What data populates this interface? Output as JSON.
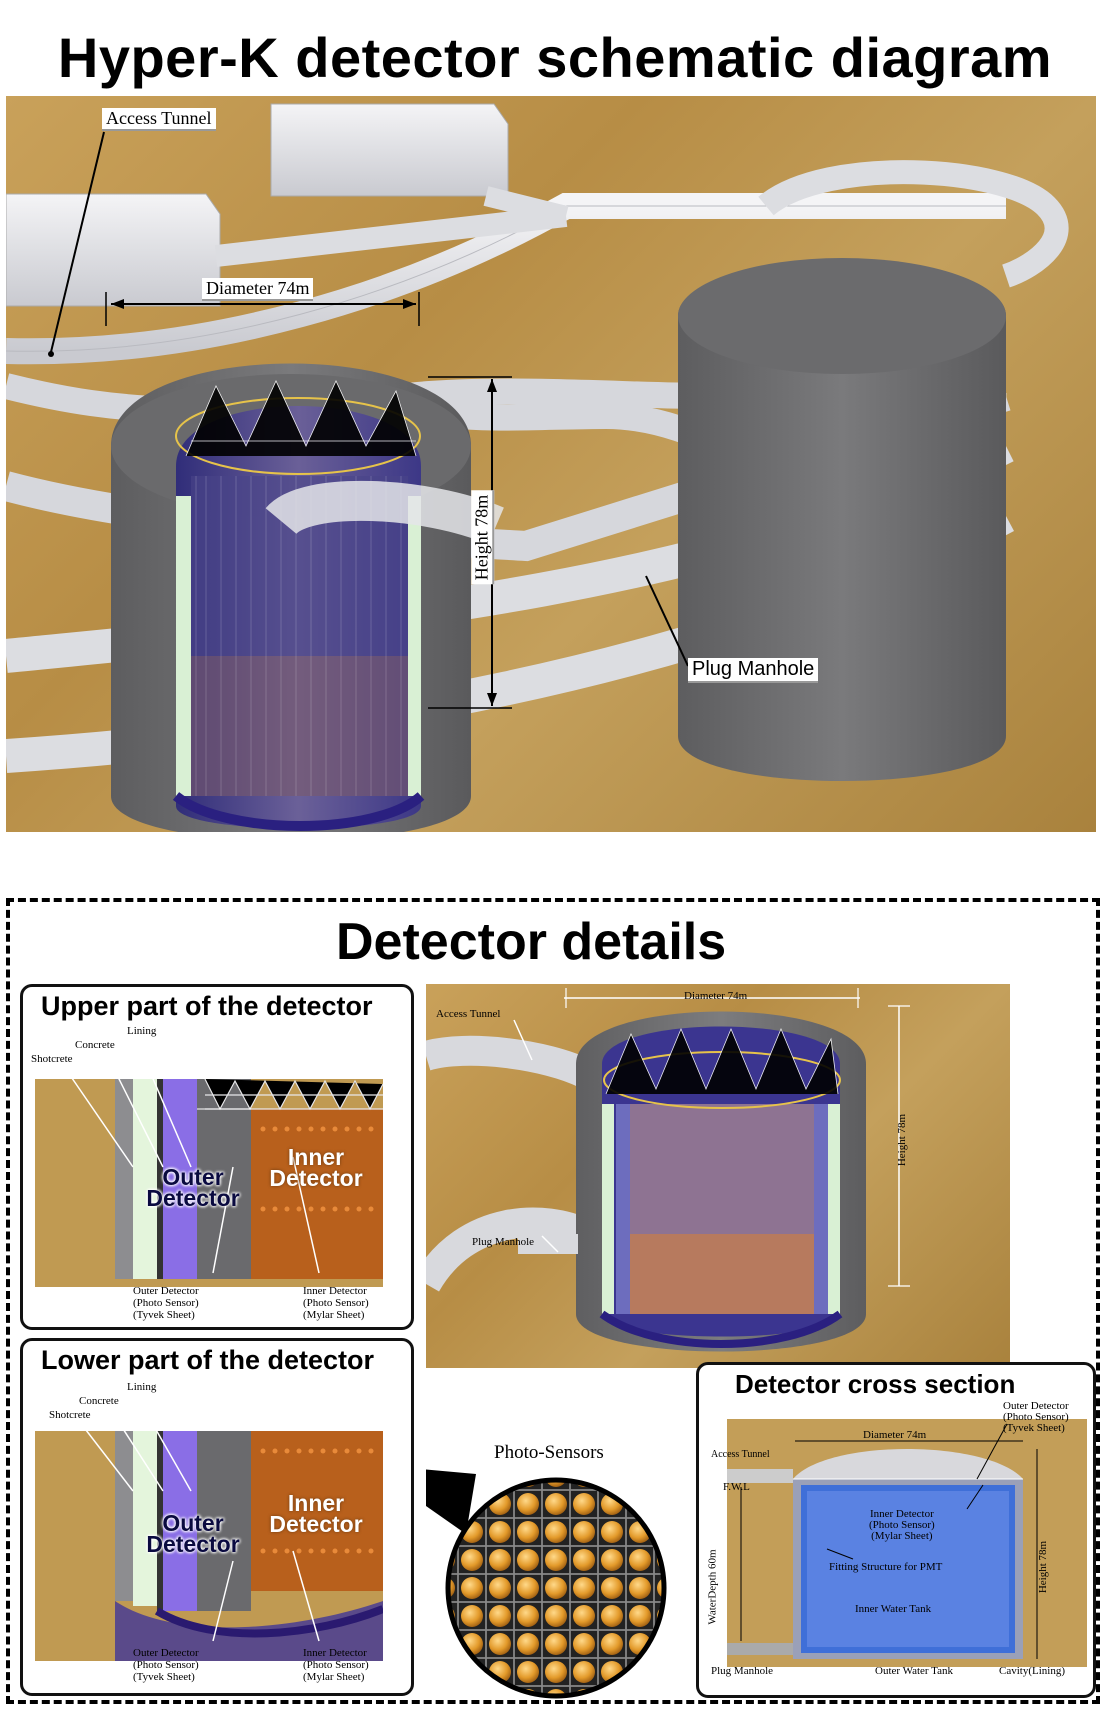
{
  "title": "Hyper-K detector schematic diagram",
  "overview": {
    "access_tunnel": "Access Tunnel",
    "diameter": "Diameter 74m",
    "height": "Height 78m",
    "plug_manhole": "Plug Manhole"
  },
  "details": {
    "title": "Detector details",
    "upper": {
      "title": "Upper part of the detector",
      "lining": "Lining",
      "concrete": "Concrete",
      "shotcrete": "Shotcrete",
      "outer_label_1": "Outer",
      "outer_label_2": "Detector",
      "inner_label_1": "Inner",
      "inner_label_2": "Detector",
      "od_note_1": "Outer Detector",
      "od_note_2": "(Photo Sensor)",
      "od_note_3": "(Tyvek Sheet)",
      "id_note_1": "Inner Detector",
      "id_note_2": "(Photo Sensor)",
      "id_note_3": "(Mylar Sheet)"
    },
    "lower": {
      "title": "Lower part of the detector",
      "lining": "Lining",
      "concrete": "Concrete",
      "shotcrete": "Shotcrete",
      "outer_label_1": "Outer",
      "outer_label_2": "Detector",
      "inner_label_1": "Inner",
      "inner_label_2": "Detector",
      "od_note_1": "Outer Detector",
      "od_note_2": "(Photo Sensor)",
      "od_note_3": "(Tyvek Sheet)",
      "id_note_1": "Inner Detector",
      "id_note_2": "(Photo Sensor)",
      "id_note_3": "(Mylar Sheet)"
    },
    "middle": {
      "diameter": "Diameter 74m",
      "access_tunnel": "Access Tunnel",
      "height": "Height 78m",
      "plug_manhole": "Plug Manhole"
    },
    "photo_sensors": "Photo-Sensors",
    "cross_section": {
      "title": "Detector cross section",
      "od_1": "Outer Detector",
      "od_2": "(Photo Sensor)",
      "od_3": "(Tyvek Sheet)",
      "diameter": "Diameter 74m",
      "access_tunnel": "Access Tunnel",
      "fwl": "F.W.L",
      "id_1": "Inner Detector",
      "id_2": "(Photo Sensor)",
      "id_3": "(Mylar Sheet)",
      "fitting": "Fitting Structure for PMT",
      "water_depth": "WaterDepth 60m",
      "height": "Height 78m",
      "inner_tank": "Inner Water Tank",
      "plug_manhole": "Plug Manhole",
      "outer_tank": "Outer Water Tank",
      "cavity": "Cavity(Lining)"
    }
  }
}
